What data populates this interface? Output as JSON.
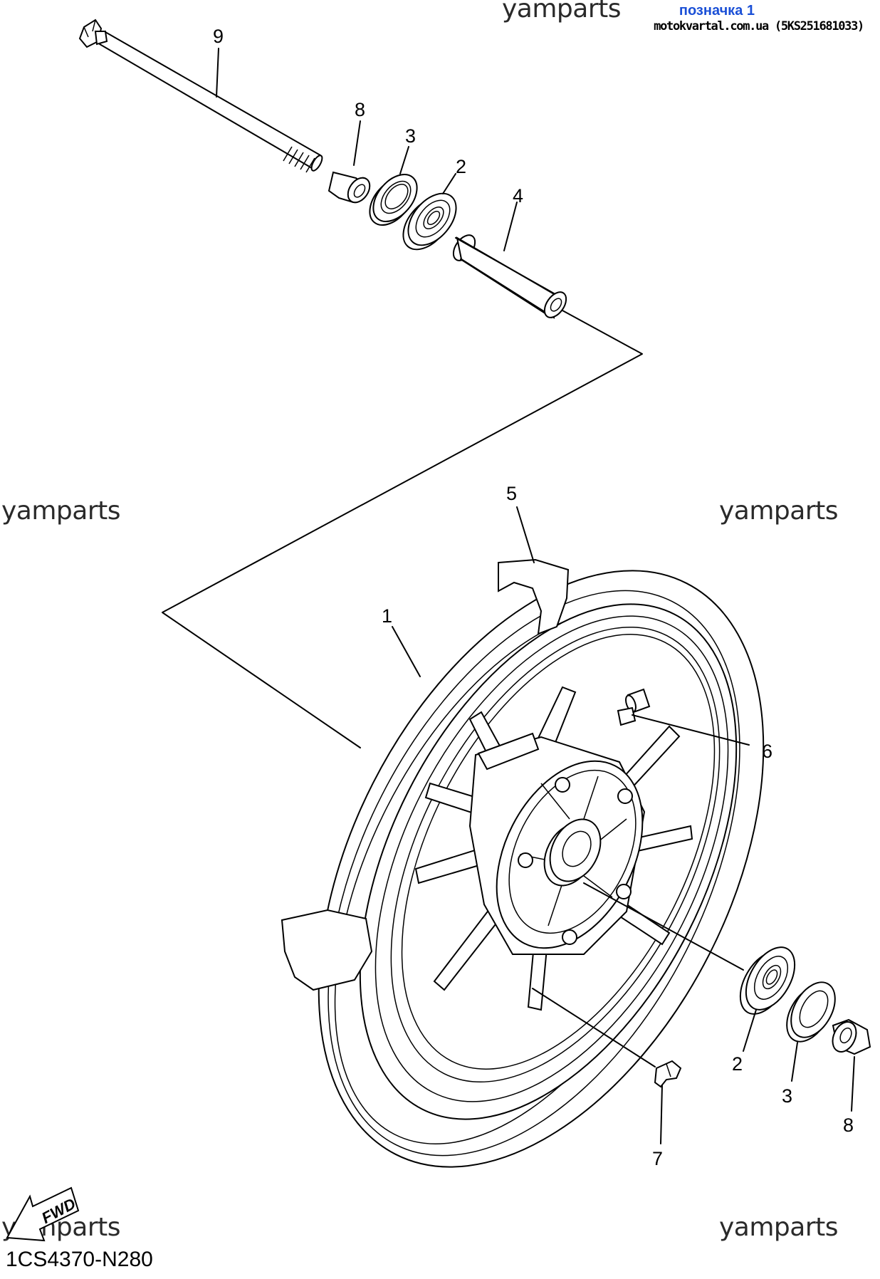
{
  "header": {
    "link_text": "позначка 1",
    "source_text": "motokvartal.com.ua (5KS251681033)"
  },
  "watermarks": [
    "yamparts",
    "yamparts",
    "yamparts",
    "yamparts",
    "yamparts",
    "yamparts"
  ],
  "diagram_code": "1CS4370-N280",
  "fwd_label": "FWD",
  "callouts": {
    "axle": "9",
    "collar_top": "8",
    "oil_seal_top": "3",
    "bearing_top": "2",
    "spacer": "4",
    "tire": "5",
    "wheel": "1",
    "valve": "6",
    "bearing_bottom": "2",
    "oil_seal_bottom": "3",
    "collar_bottom": "8",
    "balance_weight": "7"
  },
  "colors": {
    "line": "#000000",
    "link": "#1a4fd6",
    "watermark": "#2a2a2a"
  }
}
